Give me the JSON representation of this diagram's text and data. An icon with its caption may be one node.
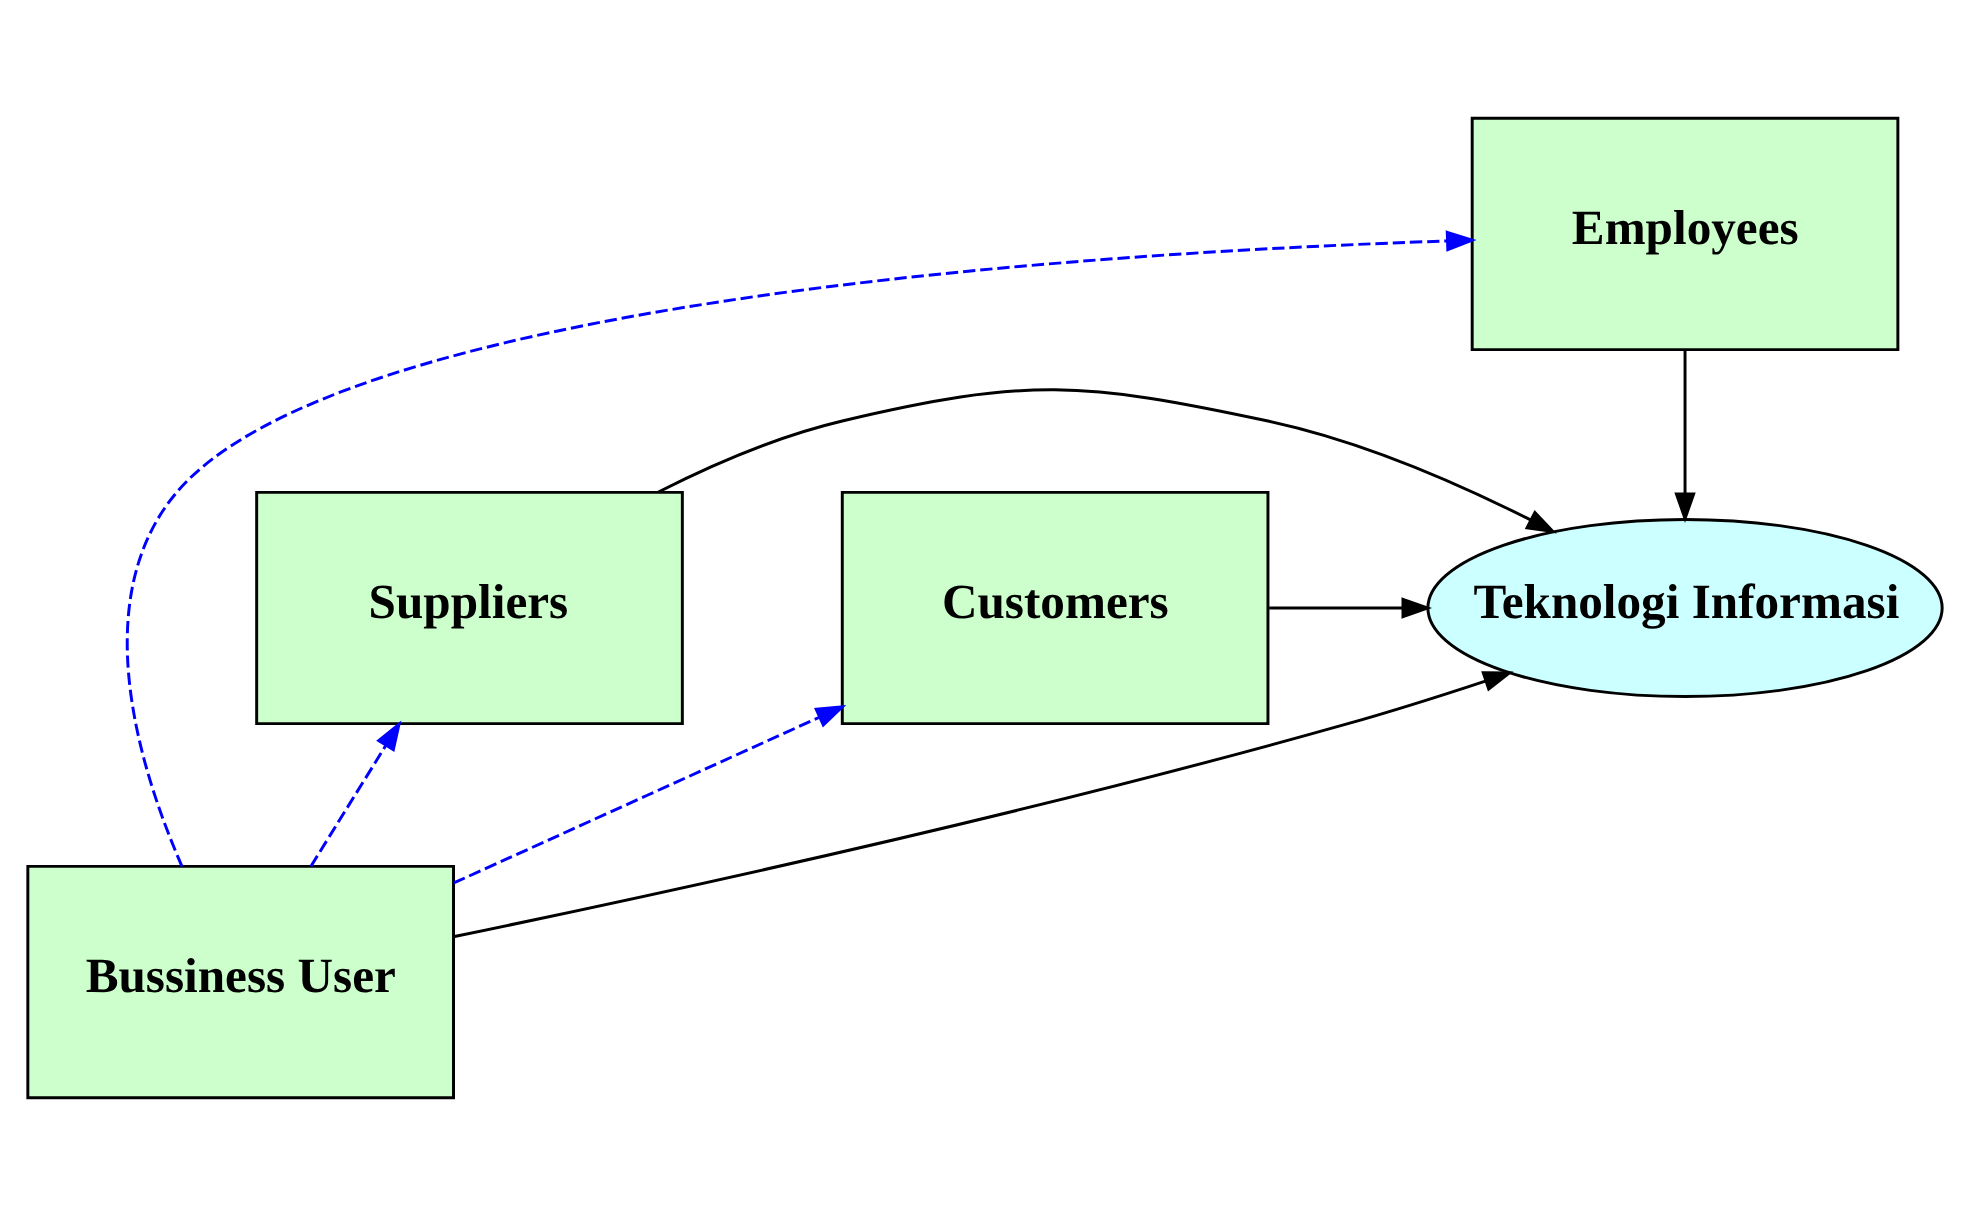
{
  "diagram": {
    "nodes": [
      {
        "text": [
          "Employees"
        ]
      },
      {
        "text": [
          "Suppliers"
        ]
      },
      {
        "text": [
          "Teknologi Informasi"
        ]
      },
      {
        "text": [
          "Customers"
        ]
      },
      {
        "text": [
          "Bussiness User"
        ]
      }
    ],
    "edges": [
      {
        "from": 0,
        "to": 2,
        "arrow": "to"
      },
      {
        "from": 1,
        "to": 2,
        "arrow": "to"
      },
      {
        "from": 3,
        "to": 2,
        "arrow": "to"
      },
      {
        "from": 4,
        "to": 2,
        "arrow": "to"
      },
      {
        "from": 4,
        "to": 0,
        "arrow": "to",
        "style": "dashed",
        "color": "#0000ff"
      },
      {
        "from": 4,
        "to": 1,
        "arrow": "to",
        "style": "dashed",
        "color": "#0000ff"
      },
      {
        "from": 4,
        "to": 3,
        "arrow": "to",
        "style": "dashed",
        "color": "#0000ff"
      }
    ]
  }
}
